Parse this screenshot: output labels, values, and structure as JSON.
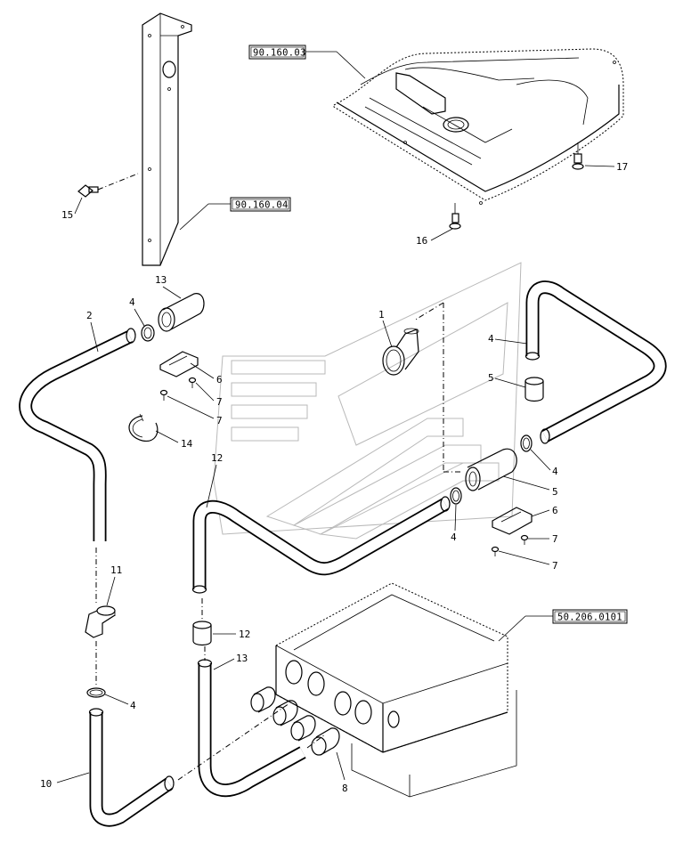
{
  "references": {
    "panel_ref": "90.160.03",
    "pillar_ref": "90.160.04",
    "unit_ref": "50.206.0101"
  },
  "callouts": {
    "c1": "1",
    "c2": "2",
    "c4a": "4",
    "c4b": "4",
    "c4c": "4",
    "c4d": "4",
    "c4e": "4",
    "c5a": "5",
    "c5b": "5",
    "c6a": "6",
    "c6b": "6",
    "c7a": "7",
    "c7b": "7",
    "c7c": "7",
    "c7d": "7",
    "c8": "8",
    "c10": "10",
    "c11": "11",
    "c12a": "12",
    "c12b": "12",
    "c13a": "13",
    "c13b": "13",
    "c14": "14",
    "c15": "15",
    "c16": "16",
    "c17": "17"
  }
}
